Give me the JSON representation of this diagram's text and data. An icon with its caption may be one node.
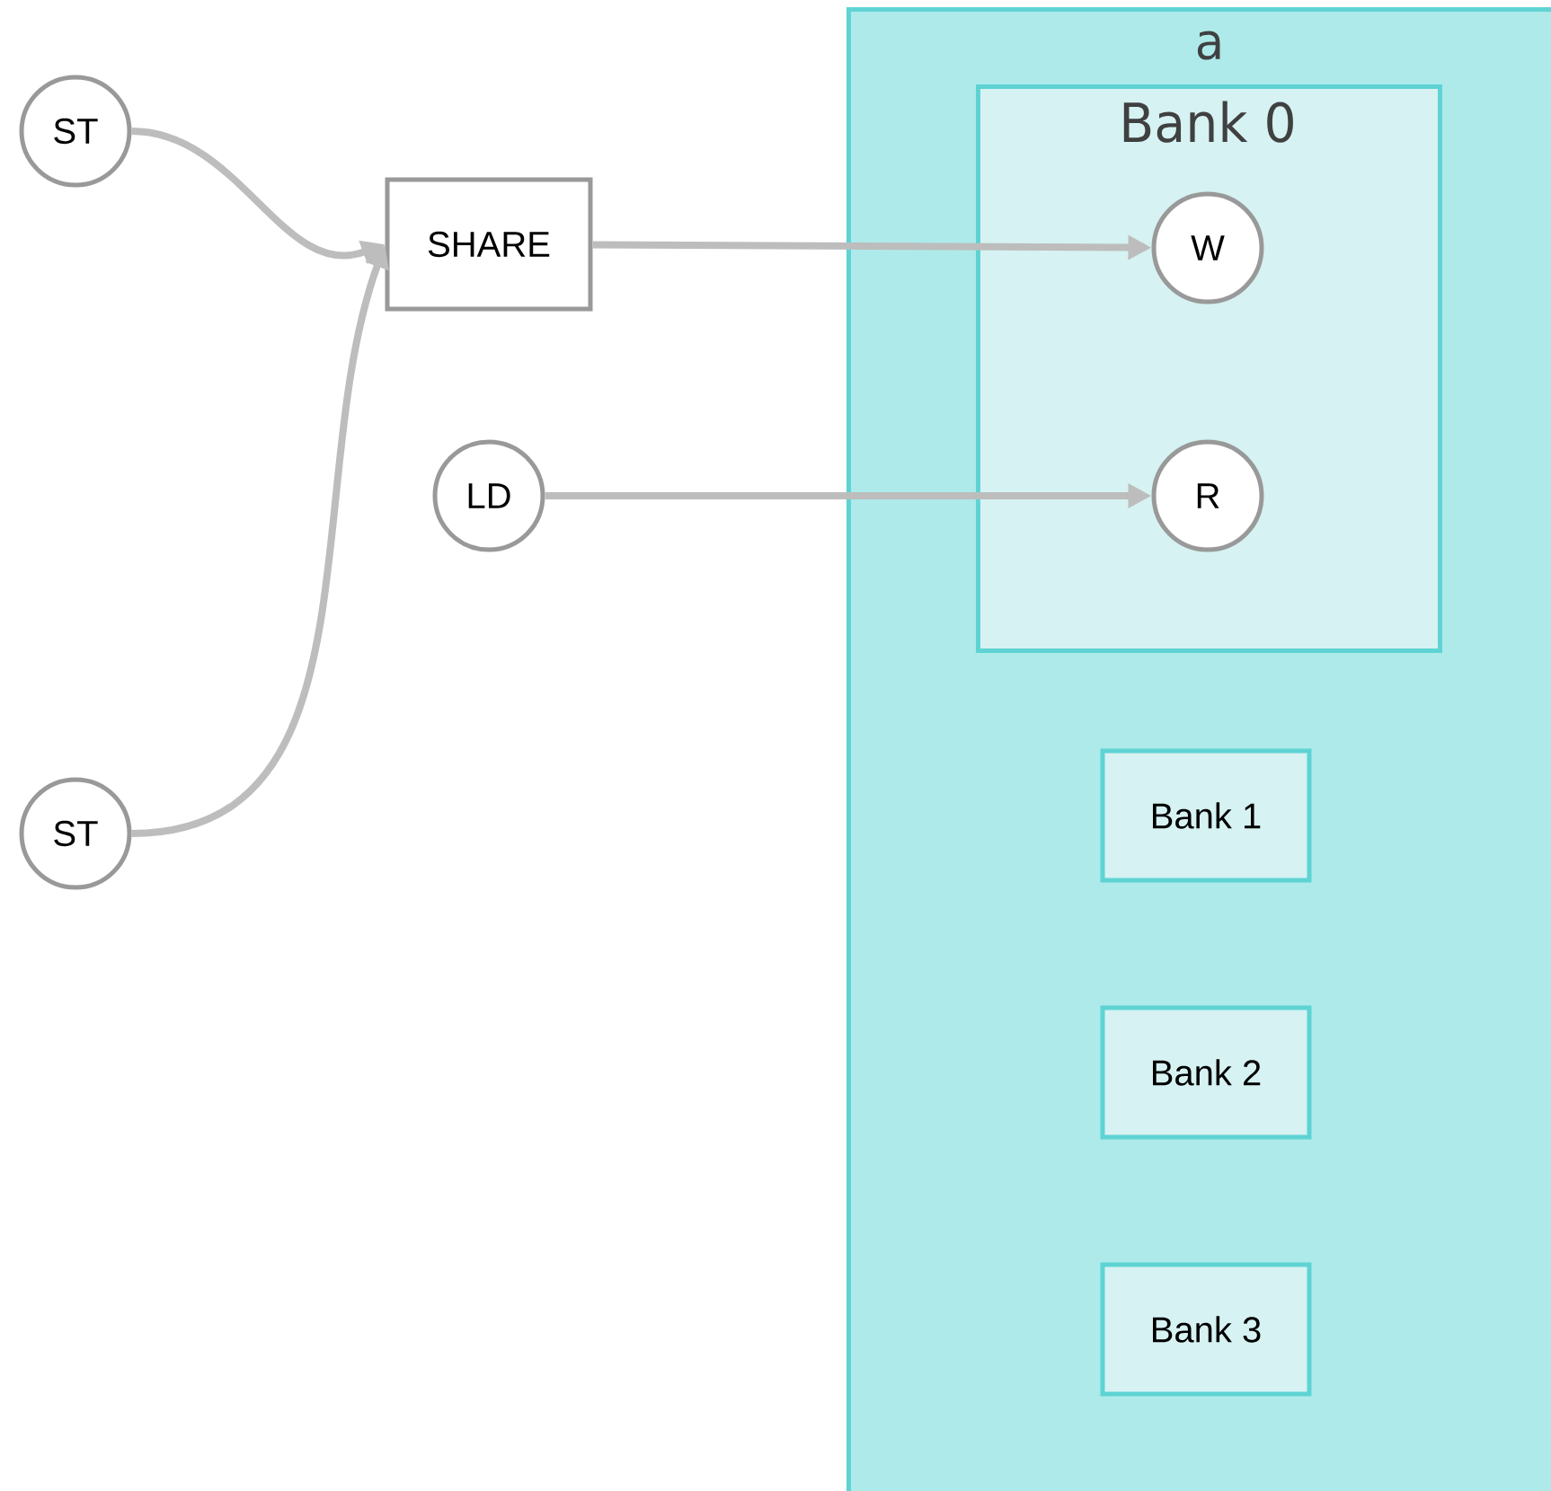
{
  "diagram": {
    "nodes": [
      {
        "text": [
          "ST"
        ]
      },
      {
        "text": [
          "SHARE"
        ]
      },
      {
        "text": [
          "LD"
        ]
      },
      {
        "text": [
          "ST"
        ]
      },
      {
        "text": [
          "a"
        ]
      },
      {
        "text": [
          "Bank 0"
        ],
        "in": 4
      },
      {
        "text": [
          "W"
        ],
        "in": 5
      },
      {
        "text": [
          "R"
        ],
        "in": 5
      },
      {
        "text": [
          "Bank 1"
        ],
        "in": 4
      },
      {
        "text": [
          "Bank 2"
        ],
        "in": 4
      },
      {
        "text": [
          "Bank 3"
        ],
        "in": 4
      }
    ],
    "edges": [
      {
        "from": 0,
        "to": 1,
        "arrow": "to"
      },
      {
        "from": 3,
        "to": 1,
        "arrow": "to"
      },
      {
        "from": 1,
        "to": 6,
        "arrow": "to"
      },
      {
        "from": 2,
        "to": 7,
        "arrow": "to"
      }
    ]
  }
}
